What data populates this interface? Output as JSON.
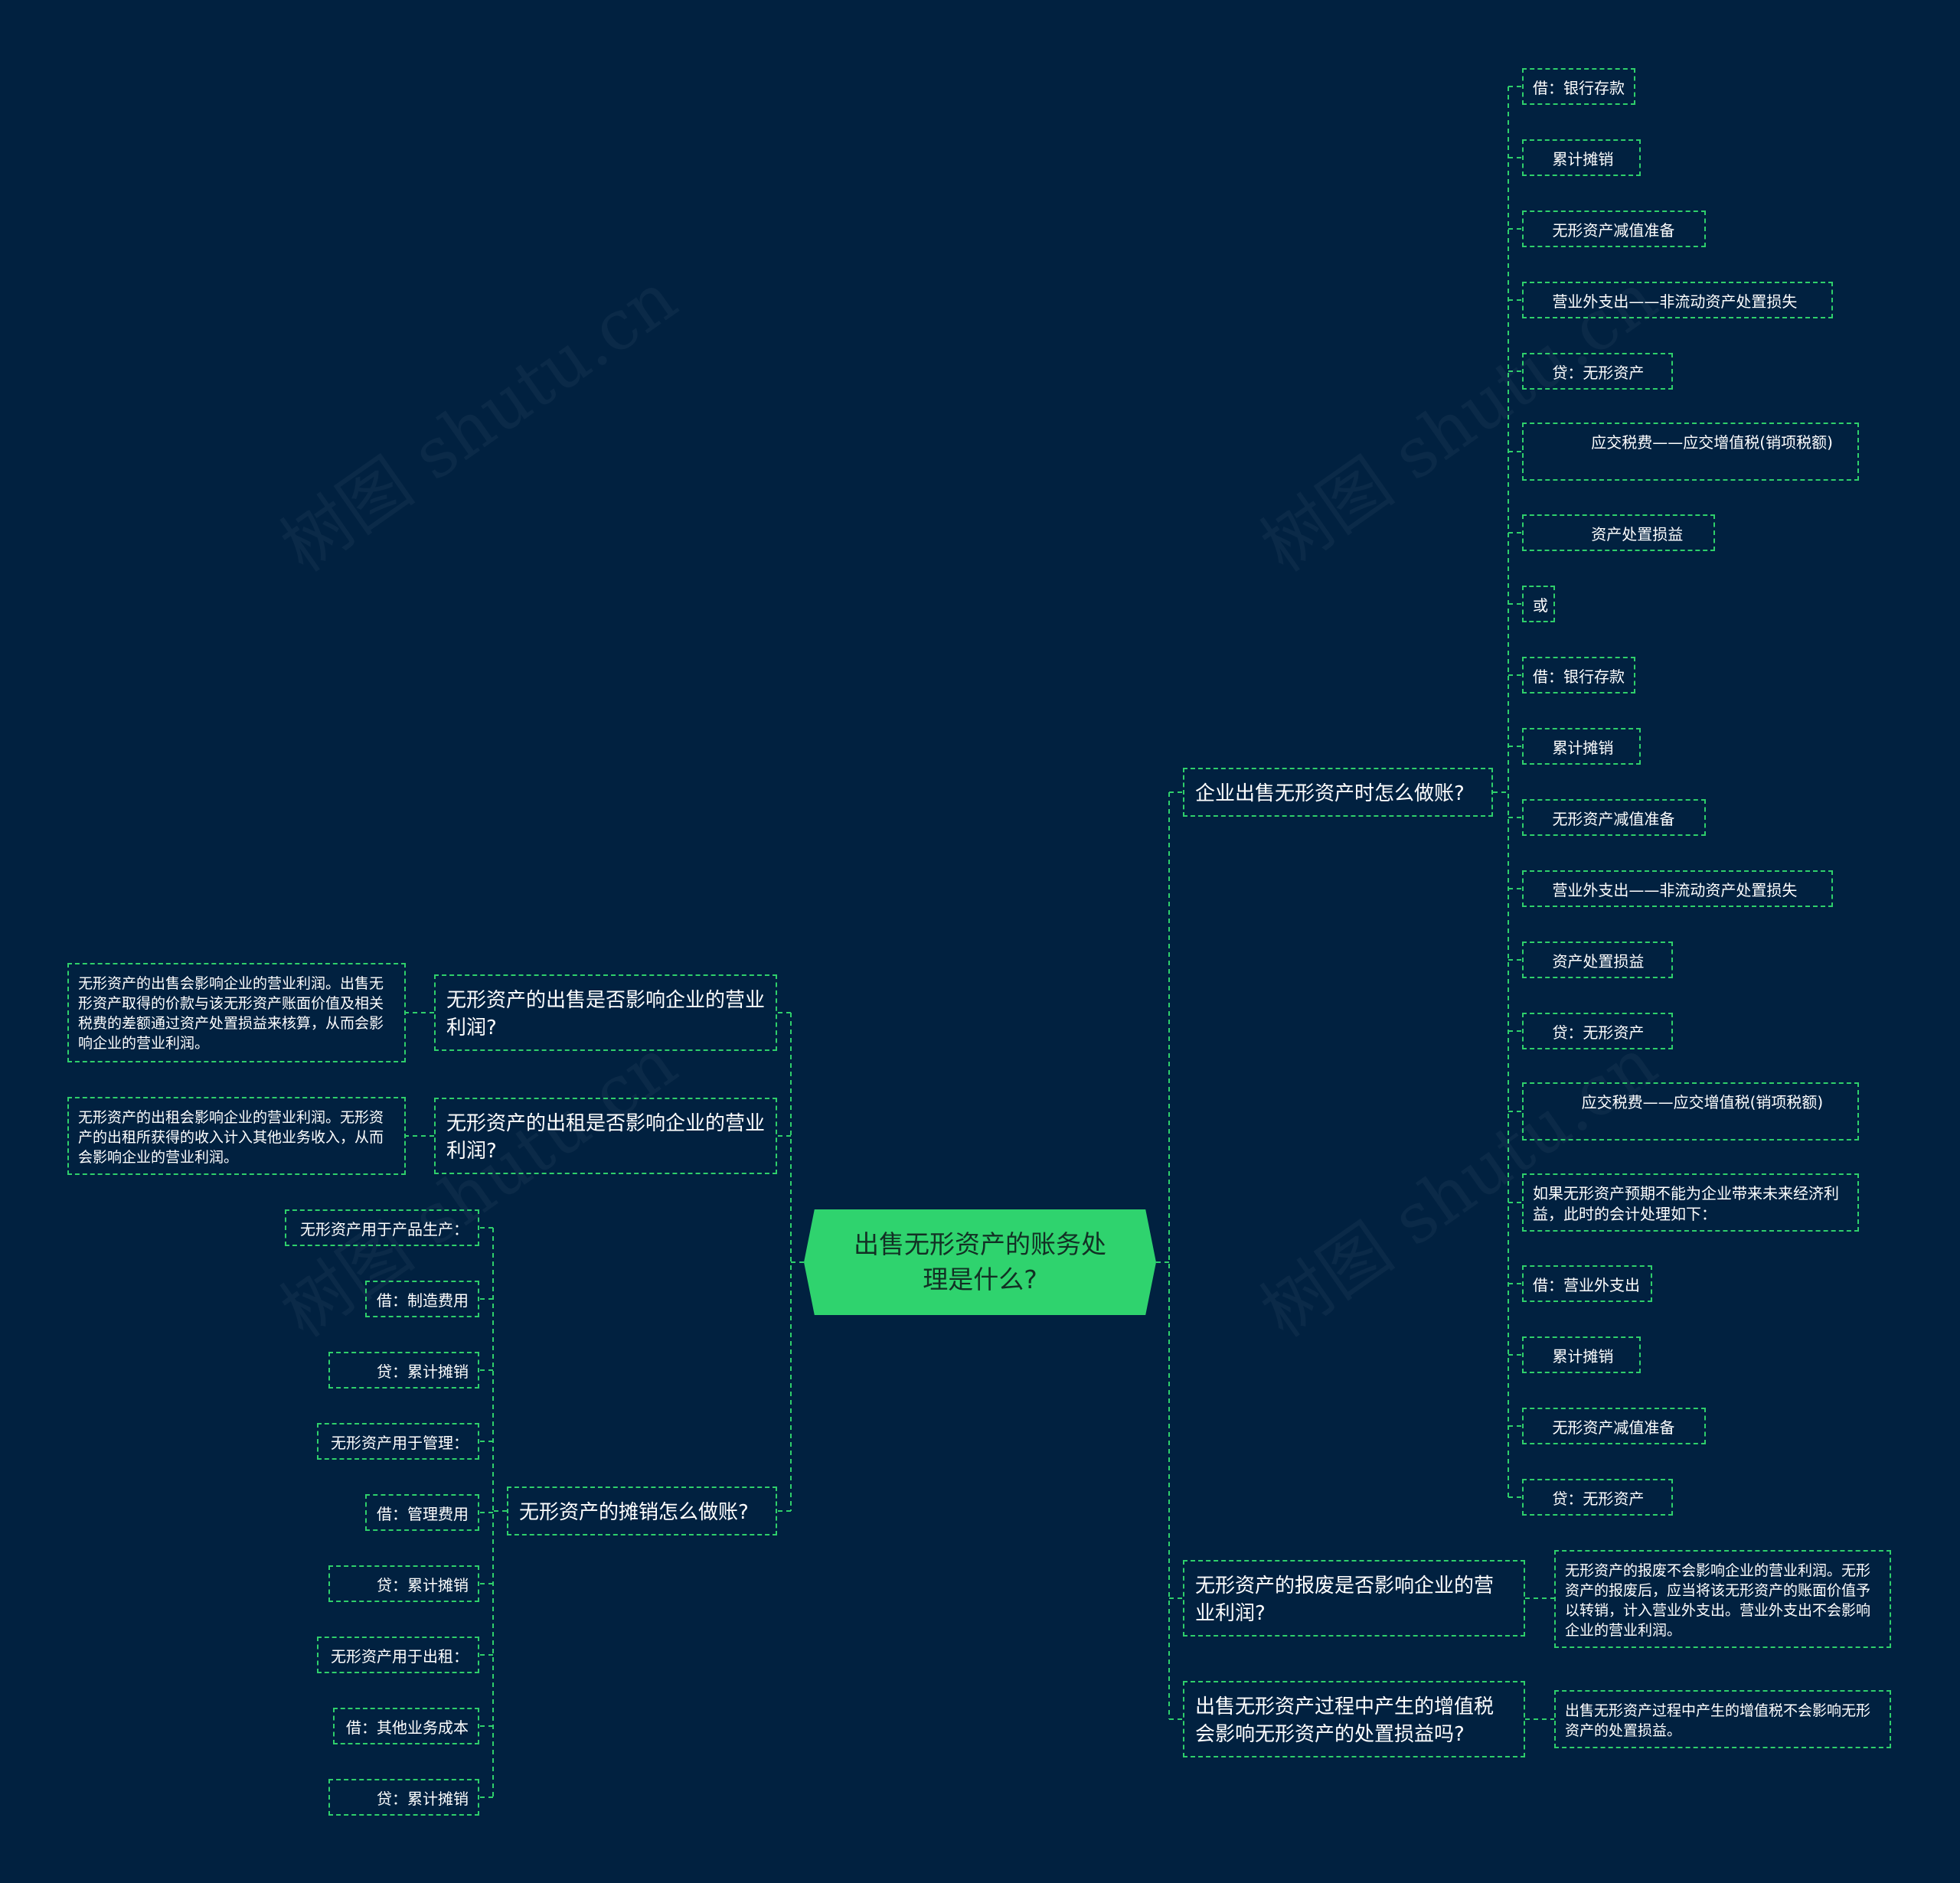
{
  "root": "出售无形资产的账务处理是什么?",
  "watermark": "树图 shutu.cn",
  "colors": {
    "background": "#012140",
    "accent": "#2fd36e",
    "line": "#2fcf6b"
  },
  "right": {
    "branch1": {
      "title": "企业出售无形资产时怎么做账?",
      "items": [
        "借：银行存款",
        "    累计摊销",
        "    无形资产减值准备",
        "    营业外支出——非流动资产处置损失",
        "    贷：无形资产",
        "            应交税费——应交增值税(销项税额)",
        "            资产处置损益",
        "或",
        "借：银行存款",
        "    累计摊销",
        "    无形资产减值准备",
        "    营业外支出——非流动资产处置损失",
        "    资产处置损益",
        "    贷：无形资产",
        "          应交税费——应交增值税(销项税额)",
        "如果无形资产预期不能为企业带来未来经济利益，此时的会计处理如下：",
        "借：营业外支出",
        "    累计摊销",
        "    无形资产减值准备",
        "    贷：无形资产"
      ]
    },
    "branch2": {
      "title": "无形资产的报废是否影响企业的营业利润?",
      "detail": "无形资产的报废不会影响企业的营业利润。无形资产的报废后，应当将该无形资产的账面价值予以转销，计入营业外支出。营业外支出不会影响企业的营业利润。"
    },
    "branch3": {
      "title": "出售无形资产过程中产生的增值税会影响无形资产的处置损益吗?",
      "detail": "出售无形资产过程中产生的增值税不会影响无形资产的处置损益。"
    }
  },
  "left": {
    "branch1": {
      "title": "无形资产的出售是否影响企业的营业利润?",
      "detail": "无形资产的出售会影响企业的营业利润。出售无形资产取得的价款与该无形资产账面价值及相关税费的差额通过资产处置损益来核算，从而会影响企业的营业利润。"
    },
    "branch2": {
      "title": "无形资产的出租是否影响企业的营业利润?",
      "detail": "无形资产的出租会影响企业的营业利润。无形资产的出租所获得的收入计入其他业务收入，从而会影响企业的营业利润。"
    },
    "branch3": {
      "title": "无形资产的摊销怎么做账?",
      "items": [
        "无形资产用于产品生产：",
        "借：制造费用",
        "    贷：累计摊销",
        "无形资产用于管理：",
        "借：管理费用",
        "    贷：累计摊销",
        "无形资产用于出租：",
        "借：其他业务成本",
        "    贷：累计摊销"
      ]
    }
  }
}
